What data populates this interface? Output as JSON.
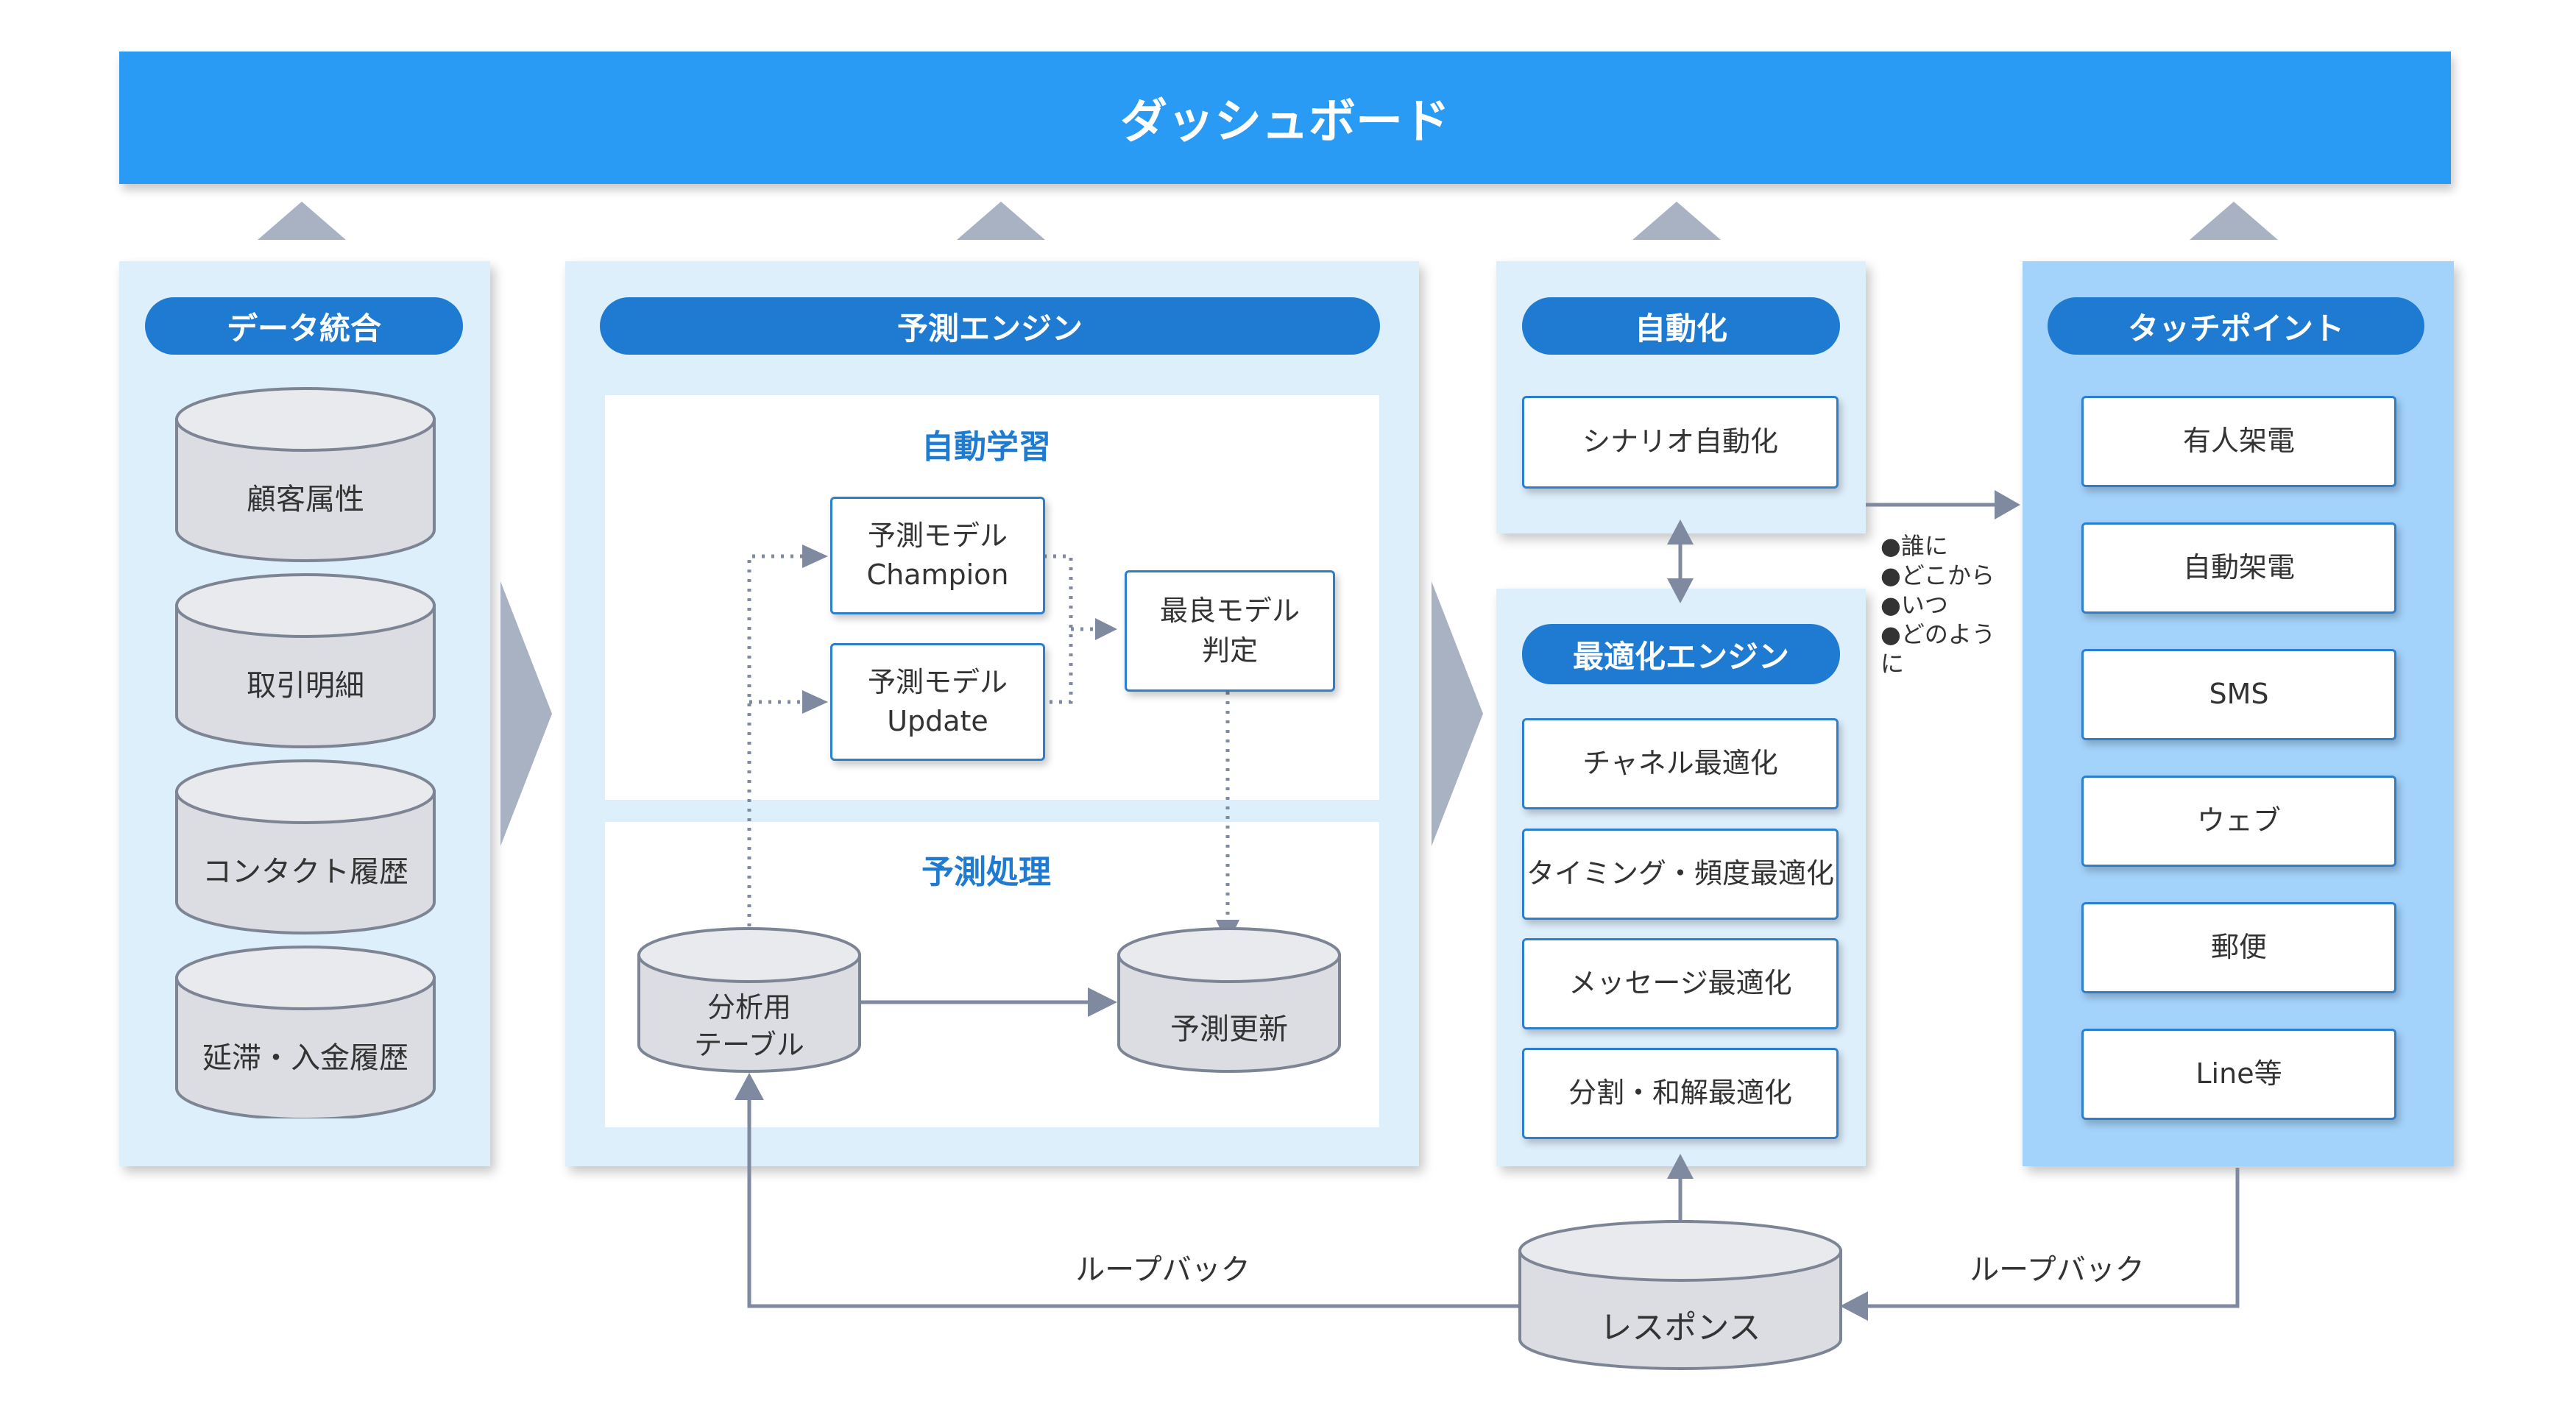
{
  "dashboard": {
    "title": "ダッシュボード"
  },
  "data_integration": {
    "title": "データ統合",
    "items": [
      "顧客属性",
      "取引明細",
      "コンタクト履歴",
      "延滞・入金履歴"
    ]
  },
  "prediction_engine": {
    "title": "予測エンジン",
    "auto_learning": {
      "title": "自動学習",
      "model_champion": [
        "予測モデル",
        "Champion"
      ],
      "model_update": [
        "予測モデル",
        "Update"
      ],
      "best_model": [
        "最良モデル",
        "判定"
      ]
    },
    "prediction_processing": {
      "title": "予測処理",
      "analysis_table": [
        "分析用",
        "テーブル"
      ],
      "prediction_update": "予測更新"
    }
  },
  "automation": {
    "title": "自動化",
    "scenario": "シナリオ自動化"
  },
  "optimization_engine": {
    "title": "最適化エンジン",
    "items": [
      "チャネル最適化",
      "タイミング・頻度最適化",
      "メッセージ最適化",
      "分割・和解最適化"
    ]
  },
  "output_notes": [
    "●誰に",
    "●どこから",
    "●いつ",
    "●どのように"
  ],
  "touchpoints": {
    "title": "タッチポイント",
    "items": [
      "有人架電",
      "自動架電",
      "SMS",
      "ウェブ",
      "郵便",
      "Line等"
    ]
  },
  "response": {
    "label": "レスポンス"
  },
  "feedback": {
    "left": "ループバック",
    "right": "ループバック"
  },
  "colors": {
    "dashboard_bar": "#2a9bf5",
    "pill": "#1f7bd1",
    "panel_light": "#deeffc",
    "panel_dark": "#a3d2fa",
    "box_border": "#2d7fcc",
    "cylinder_fill": "#dcdde2",
    "arrow": "#7f8aa0"
  }
}
